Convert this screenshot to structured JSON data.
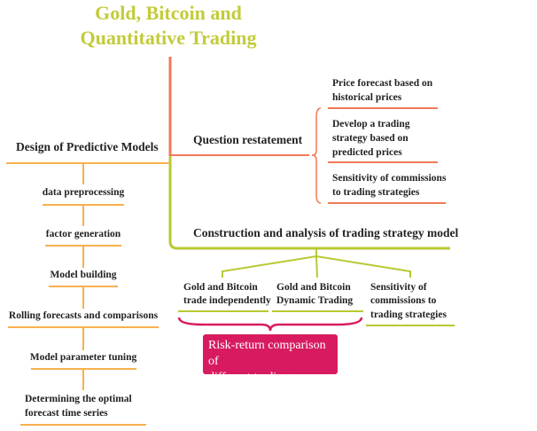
{
  "title": {
    "line1": "Gold, Bitcoin and",
    "line2": "Quantitative Trading"
  },
  "left_branch": {
    "label": "Design of Predictive Models",
    "steps": [
      "data preprocessing",
      "factor generation",
      "Model building",
      "Rolling forecasts and comparisons",
      "Model parameter tuning"
    ],
    "last_step": {
      "line1": "Determining the optimal",
      "line2": "forecast time series"
    }
  },
  "question": {
    "label": "Question restatement",
    "items": [
      {
        "line1": "Price forecast based on",
        "line2": "historical prices"
      },
      {
        "line1": "Develop a trading",
        "line2": "strategy based on",
        "line3": "predicted prices"
      },
      {
        "line1": "Sensitivity of commissions",
        "line2": "to trading strategies"
      }
    ]
  },
  "construction": {
    "label": "Construction and analysis of trading strategy model",
    "items": [
      {
        "line1": "Gold and Bitcoin",
        "line2": "trade independently"
      },
      {
        "line1": "Gold and Bitcoin",
        "line2": "Dynamic Trading"
      },
      {
        "line1": "Sensitivity of",
        "line2": "commissions to",
        "line3": "trading strategies"
      }
    ],
    "summary": {
      "line1": "Risk-return comparison of",
      "line2": "different trading strategies"
    }
  },
  "colors": {
    "title": "#c3cb3a",
    "orange": "#f9b04d",
    "red": "#f07a55",
    "green": "#b8c932",
    "pink": "#d81b60"
  }
}
